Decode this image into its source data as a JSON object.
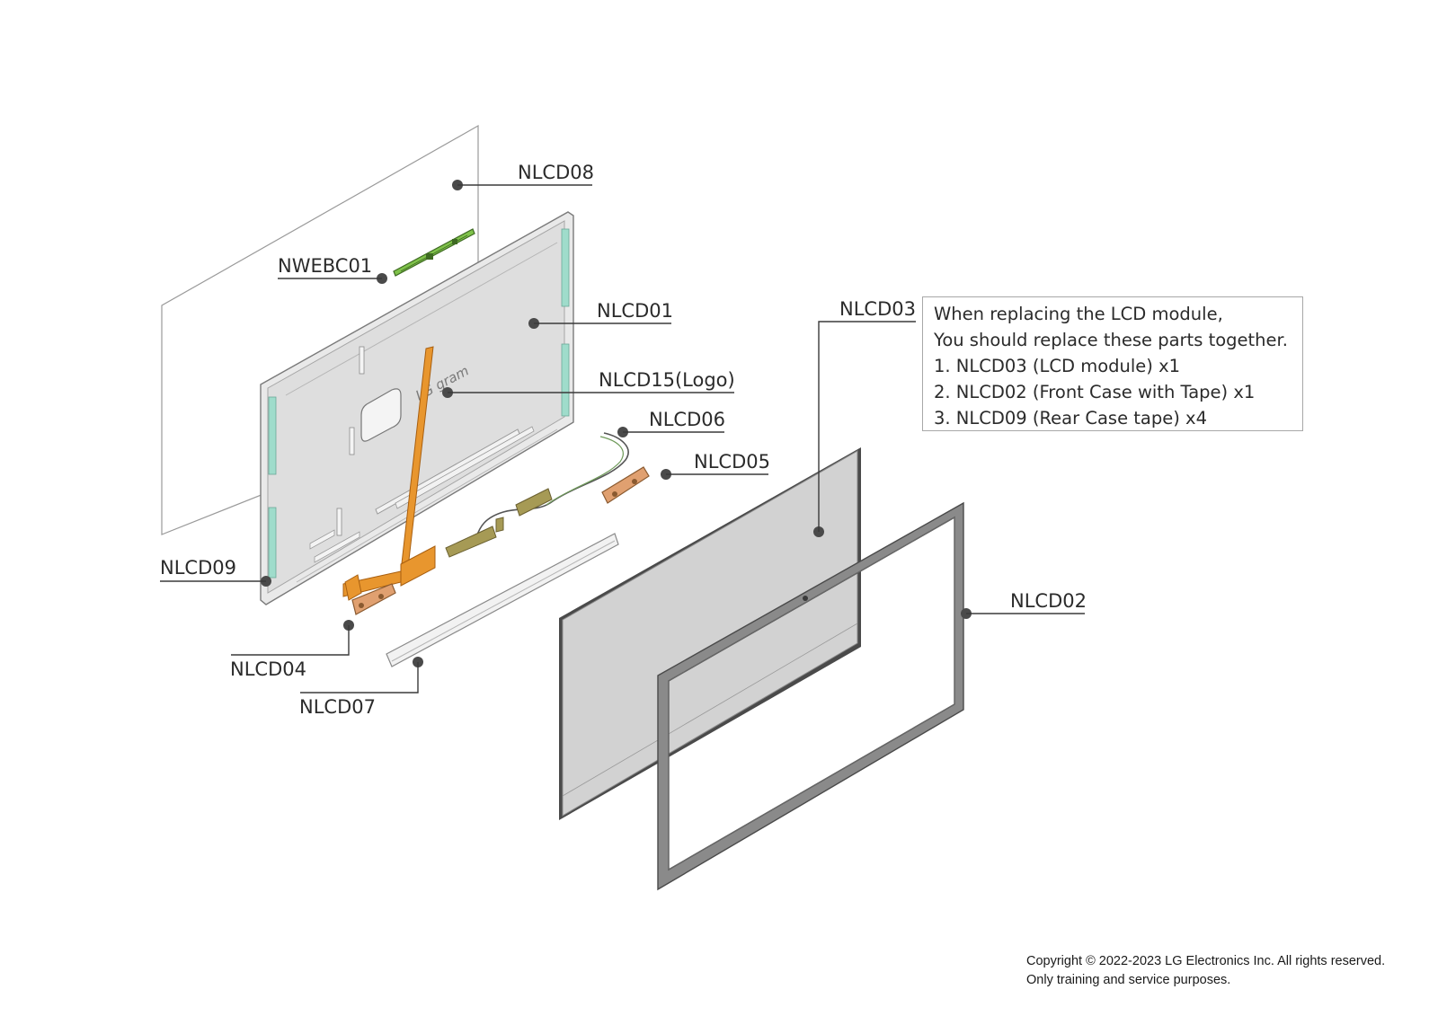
{
  "parts": {
    "nlcd08": "NLCD08",
    "nwebc01": "NWEBC01",
    "nlcd01": "NLCD01",
    "nlcd15": "NLCD15(Logo)",
    "nlcd06": "NLCD06",
    "nlcd05": "NLCD05",
    "nlcd09": "NLCD09",
    "nlcd04": "NLCD04",
    "nlcd07": "NLCD07",
    "nlcd03": "NLCD03",
    "nlcd02": "NLCD02"
  },
  "logo_text": "LG gram",
  "note": {
    "line1": "When replacing the LCD module,",
    "line2": "You should replace these parts together.",
    "item1": "1. NLCD03 (LCD module) x1",
    "item2": "2. NLCD02 (Front Case with Tape) x1",
    "item3": "3. NLCD09 (Rear Case tape) x4"
  },
  "copyright": {
    "line1": "Copyright © 2022-2023 LG Electronics Inc. All rights reserved.",
    "line2": "Only training and service purposes."
  },
  "colors": {
    "case_fill": "#ececec",
    "lcd_fill": "#d2d2d2",
    "fpc_orange": "#e8962e",
    "webcam_green": "#7fc24a",
    "tape_teal": "#9fdccb",
    "hinge_copper": "#e0a070",
    "antenna_olive": "#a69a55"
  }
}
